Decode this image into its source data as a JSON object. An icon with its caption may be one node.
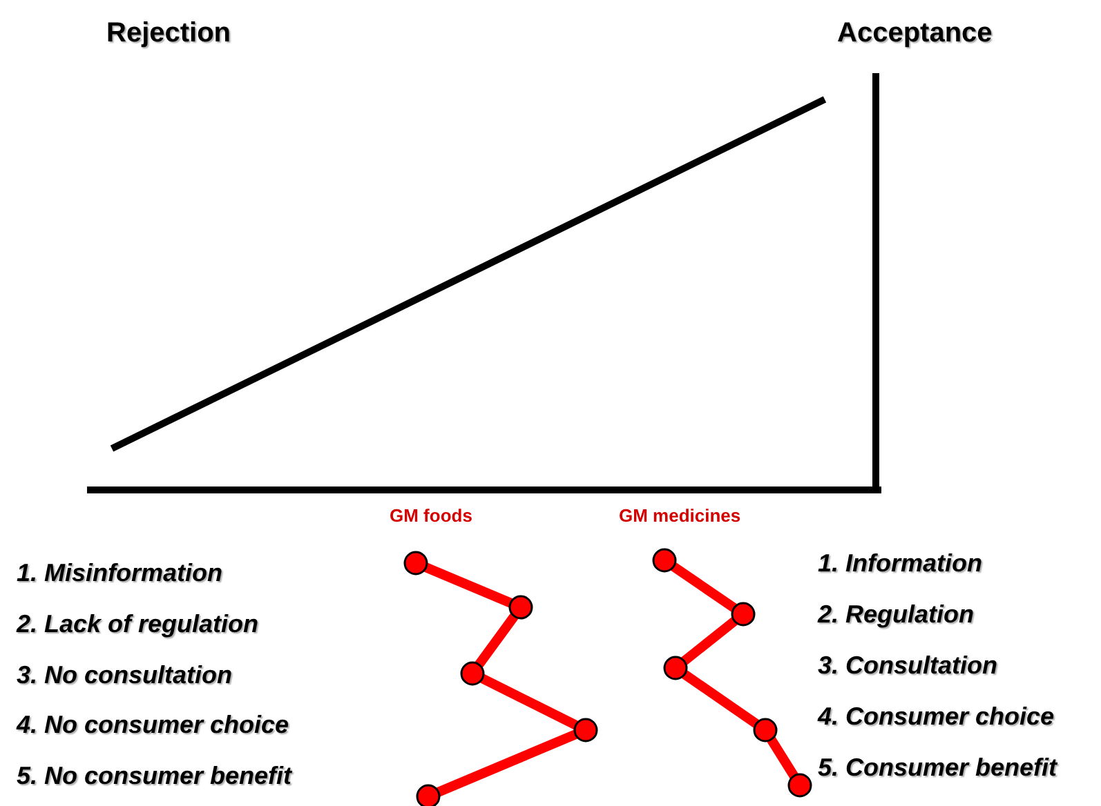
{
  "diagram": {
    "labels": [
      "Rejection",
      "Acceptance",
      "GM foods",
      "GM medicines",
      "1. Misinformation",
      "2. Lack of regulation",
      "3. No consultation",
      "4. No consumer choice",
      "5. No consumer benefit",
      "1. Information",
      "2. Regulation",
      "3. Consultation",
      "4. Consumer choice",
      "5. Consumer benefit"
    ]
  }
}
